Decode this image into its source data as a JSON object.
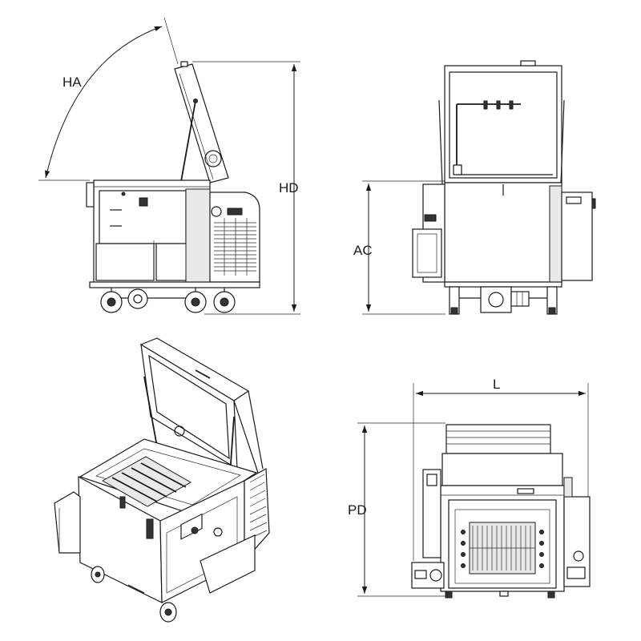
{
  "dimensions": {
    "ha": "HA",
    "hd": "HD",
    "ac": "AC",
    "l": "L",
    "pd": "PD"
  },
  "colors": {
    "line": "#1a1a1a",
    "background": "#ffffff",
    "shade": "#e9e9e9"
  }
}
